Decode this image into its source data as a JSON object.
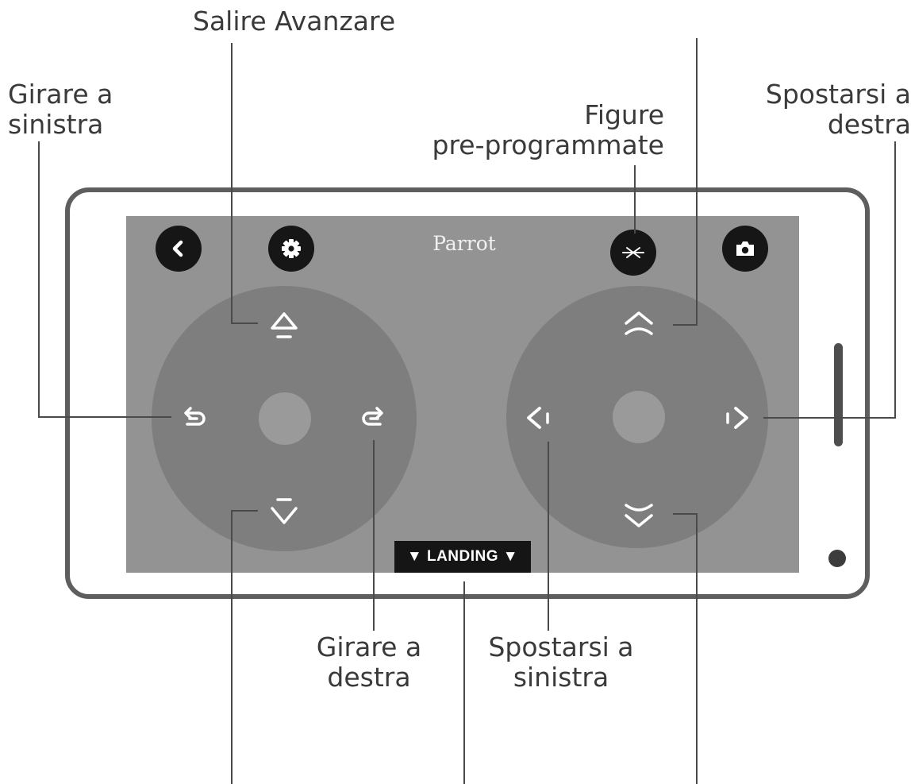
{
  "labels": {
    "salire_avanzare": "Salire Avanzare",
    "girare_sinistra": "Girare a\nsinistra",
    "figure": "Figure\npre-programmate",
    "spostarsi_destra": "Spostarsi a\ndestra",
    "girare_destra": "Girare a\ndestra",
    "spostarsi_sinistra": "Spostarsi a\nsinistra"
  },
  "screen": {
    "brand": "Parrot",
    "landing": "▼ LANDING ▼"
  },
  "icons": {
    "back": "chevron-left-icon",
    "settings": "gear-icon",
    "acrobatics": "flip-icon",
    "camera": "camera-icon",
    "forward": "triangle-up-icon",
    "backward": "triangle-down-icon",
    "rotate_left": "rotate-left-icon",
    "rotate_right": "rotate-right-icon",
    "ascend": "double-chevron-up-icon",
    "descend": "double-chevron-down-icon",
    "strafe_left": "chevron-left-bar-icon",
    "strafe_right": "chevron-right-bar-icon"
  },
  "colors": {
    "screen": "#939393",
    "joystick": "#7e7e7e",
    "button": "#161616",
    "frame": "#5e5e5e"
  }
}
